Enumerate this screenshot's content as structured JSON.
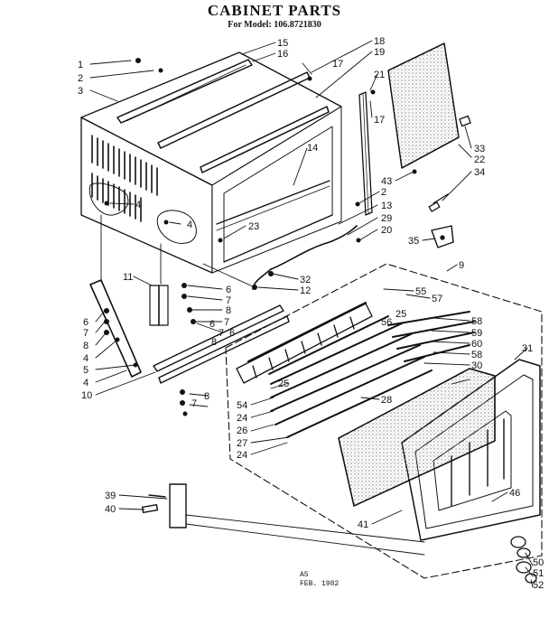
{
  "header": {
    "title": "CABINET PARTS",
    "subtitle": "For Model: 106.8721830"
  },
  "footer": {
    "code": "A5",
    "date": "FEB. 1982"
  },
  "colors": {
    "ink": "#111111",
    "paper": "#ffffff",
    "screen": "#8a8a8a"
  },
  "callouts": [
    "1",
    "2",
    "3",
    "15",
    "16",
    "18",
    "19",
    "17",
    "21",
    "17",
    "33",
    "22",
    "34",
    "43",
    "14",
    "4",
    "4",
    "23",
    "2",
    "13",
    "29",
    "20",
    "35",
    "9",
    "11",
    "6",
    "7",
    "8",
    "6",
    "7",
    "8",
    "6",
    "7",
    "32",
    "12",
    "55",
    "57",
    "6",
    "7",
    "8",
    "4",
    "5",
    "4",
    "10",
    "25",
    "56",
    "58",
    "59",
    "60",
    "58",
    "31",
    "30",
    "25",
    "54",
    "24",
    "26",
    "27",
    "24",
    "28",
    "7",
    "8",
    "39",
    "40",
    "41",
    "46",
    "50",
    "51",
    "52"
  ]
}
